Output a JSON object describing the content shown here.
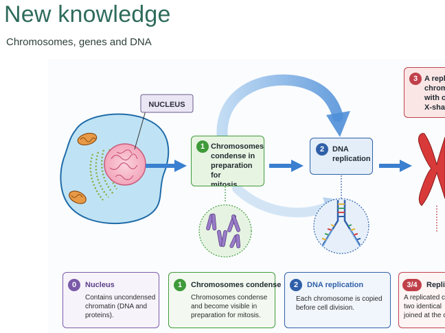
{
  "header": {
    "title": "New knowledge",
    "subtitle": "Chromosomes, genes and DNA"
  },
  "diagram": {
    "nucleus_label": "NUCLEUS",
    "steps": [
      {
        "num": "1",
        "label": "Chromosomes condense in preparation for mitosis",
        "lines": [
          "Chromosomes",
          "condense in",
          "preparation for",
          "mitosis"
        ],
        "color": "#3f9a3a"
      },
      {
        "num": "2",
        "label": "DNA replication",
        "lines": [
          "DNA",
          "replication"
        ],
        "color": "#2f5fa8"
      },
      {
        "num": "3",
        "lines": [
          "A repl",
          "chrom",
          "with c",
          "X-sha"
        ],
        "color": "#c0404a"
      }
    ]
  },
  "cards": [
    {
      "badge": "0",
      "title": "Nucleus",
      "lines": [
        "Contains uncondensed",
        "chromatin (DNA and",
        "proteins)."
      ],
      "color": "#7a5aa8"
    },
    {
      "badge": "1",
      "title": "Chromosomes condense",
      "lines": [
        "Chromosomes condense",
        "and become visible in",
        "preparation for mitosis."
      ],
      "color": "#3f9a3a"
    },
    {
      "badge": "2",
      "title": "DNA replication",
      "lines": [
        "Each chromosome is copied",
        "before cell division."
      ],
      "color": "#2f5fa8"
    },
    {
      "badge": "3/4",
      "title": "Repli",
      "lines": [
        "A replicated c",
        "two identical",
        "joined at the c"
      ],
      "color": "#c0404a"
    }
  ],
  "colors": {
    "title": "#2e6b5c",
    "arrow": "#3a7fd0",
    "cell_fill": "#bfe3f4",
    "nucleus_fill": "#f7b8c8",
    "chromosome_purple": "#8a6ab8",
    "chromosome_red": "#d83a3a"
  }
}
